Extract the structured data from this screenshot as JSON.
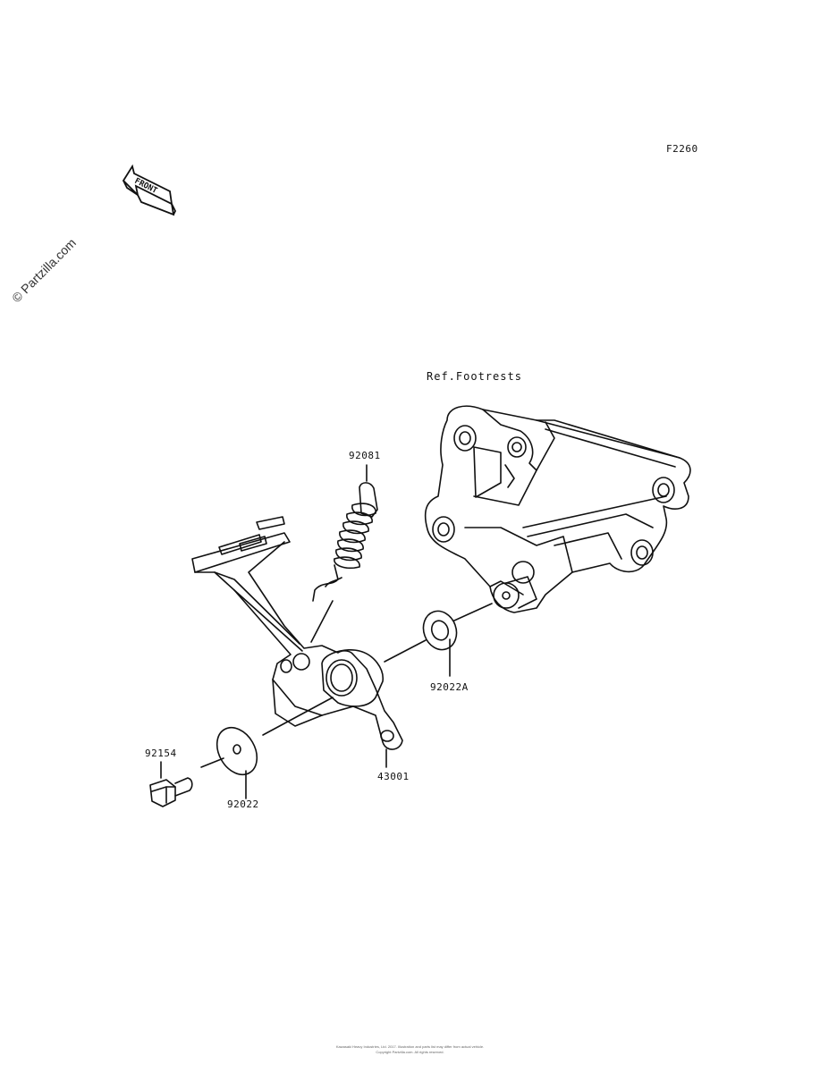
{
  "diagram_code": "F2260",
  "watermark": "© Partzilla.com",
  "front_arrow_text": "FRONT",
  "reference_label": "Ref.Footrests",
  "parts": [
    {
      "number": "92081"
    },
    {
      "number": "92022A"
    },
    {
      "number": "92154"
    },
    {
      "number": "92022"
    },
    {
      "number": "43001"
    }
  ],
  "copyright_line1": "Kawasaki Heavy Industries, Ltd. 2017. Illustration and parts list may differ from actual vehicle.",
  "copyright_line2": "Copyright Partzilla.com. All rights reserved."
}
